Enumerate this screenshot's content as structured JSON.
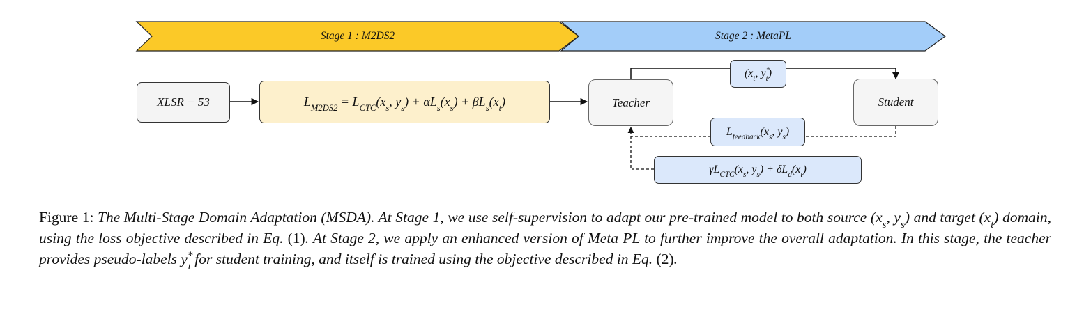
{
  "stages": {
    "stage1": "Stage 1 : M2DS2",
    "stage2": "Stage 2 : MetaPL"
  },
  "nodes": {
    "xlsr": "XLSR − 53",
    "m2ds2_loss": {
      "lhs_main": "L",
      "lhs_sub": "M2DS2",
      "rhs": " = L",
      "rhs_sub": "CTC",
      "rhs_rest": "(x",
      "p1_sub": "s",
      "p1_comma": ", y",
      "p1_sub2": "s",
      "p1_close": ") + αL",
      "p2_sub": "s",
      "p2_open": "(x",
      "p2_sub2": "s",
      "p2_close": ") + βL",
      "p3_sub": "s",
      "p3_open": "(x",
      "p3_sub2": "t",
      "p3_close": ")"
    },
    "teacher": "Teacher",
    "student": "Student",
    "pseudo_label": {
      "open": "(x",
      "sub": "t",
      "mid": ", y",
      "sup": "*",
      "sub2": "t",
      "close": ")"
    },
    "feedback_loss": {
      "main": "L",
      "sub": "feedback",
      "open": "(x",
      "s1": "s",
      "mid": ", y",
      "s2": "s",
      "close": ")"
    },
    "teacher_loss": {
      "pre": "γL",
      "sub": "CTC",
      "open": "(x",
      "s1": "s",
      "mid": ", y",
      "s2": "s",
      "plus": ") + δL",
      "dsub": "d",
      "dopen": "(x",
      "s3": "t",
      "close": ")"
    }
  },
  "caption": {
    "lead": "Figure 1: ",
    "part1": "The Multi-Stage Domain Adaptation (MSDA). At Stage 1, we use self-supervision to adapt our pre-trained model to both source ",
    "src": "(x",
    "src_s1": "s",
    "src_mid": ", y",
    "src_s2": "s",
    "src_close": ")",
    "part2": " and target ",
    "tgt": "(x",
    "tgt_s": "t",
    "tgt_close": ")",
    "part3": " domain, using the loss objective described in Eq. ",
    "eq1": "(1)",
    "part4": ". At Stage 2, we apply an enhanced version of Meta PL to further improve the overall adaptation. In this stage, the teacher provides pseudo-labels ",
    "y": "y",
    "y_sup": "*",
    "y_sub": "t",
    "part5": " for student training, and itself is trained using the objective described in Eq. ",
    "eq2": "(2)",
    "end": "."
  },
  "colors": {
    "stage1_fill": "#fbc928",
    "stage2_fill": "#a3cdf9",
    "loss_fill": "#fdf0cc",
    "blue_box_fill": "#dbe8fb"
  }
}
